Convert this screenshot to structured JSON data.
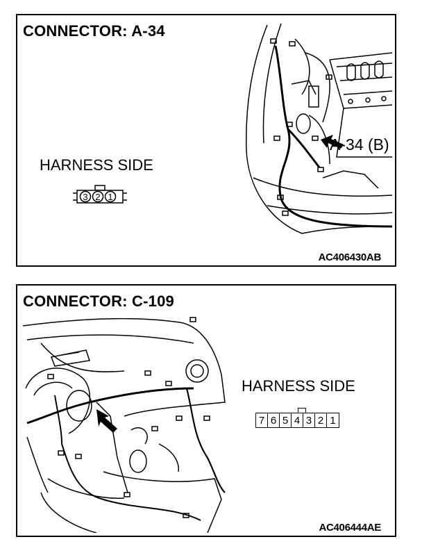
{
  "panel_a": {
    "title": "CONNECTOR: A-34",
    "harness_side": "HARNESS SIDE",
    "pins": [
      "3",
      "2",
      "1"
    ],
    "callout": "A-34 (B)",
    "code": "AC406430AB"
  },
  "panel_c": {
    "title": "CONNECTOR: C-109",
    "harness_side": "HARNESS SIDE",
    "pins": [
      "7",
      "6",
      "5",
      "4",
      "3",
      "2",
      "1"
    ],
    "code": "AC406444AE"
  }
}
